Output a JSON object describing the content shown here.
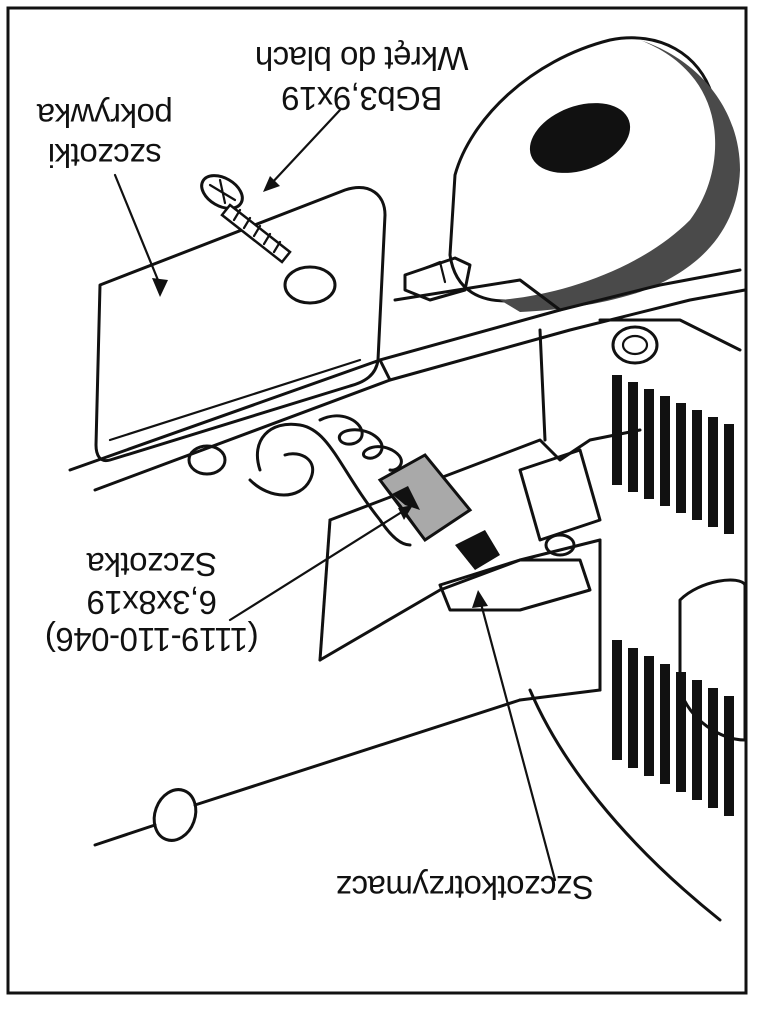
{
  "labels": {
    "brush_cover_line1": "szczotki",
    "brush_cover_line2": "pokrywka",
    "screw_spec": "BGb3,9x19",
    "screw_name": "Wkręt do blach",
    "brush_line1": "(1119-110-046)",
    "brush_line2": "6,3x8x19",
    "brush_line3": "Szczotka",
    "brush_holder": "Szczotkotrzymacz"
  },
  "icons": {
    "screw": "screw-icon",
    "brush": "carbon-brush-icon",
    "spring": "spring-icon"
  },
  "colors": {
    "ink": "#111111",
    "brush_fill": "#a9a9a9",
    "background": "#ffffff"
  }
}
